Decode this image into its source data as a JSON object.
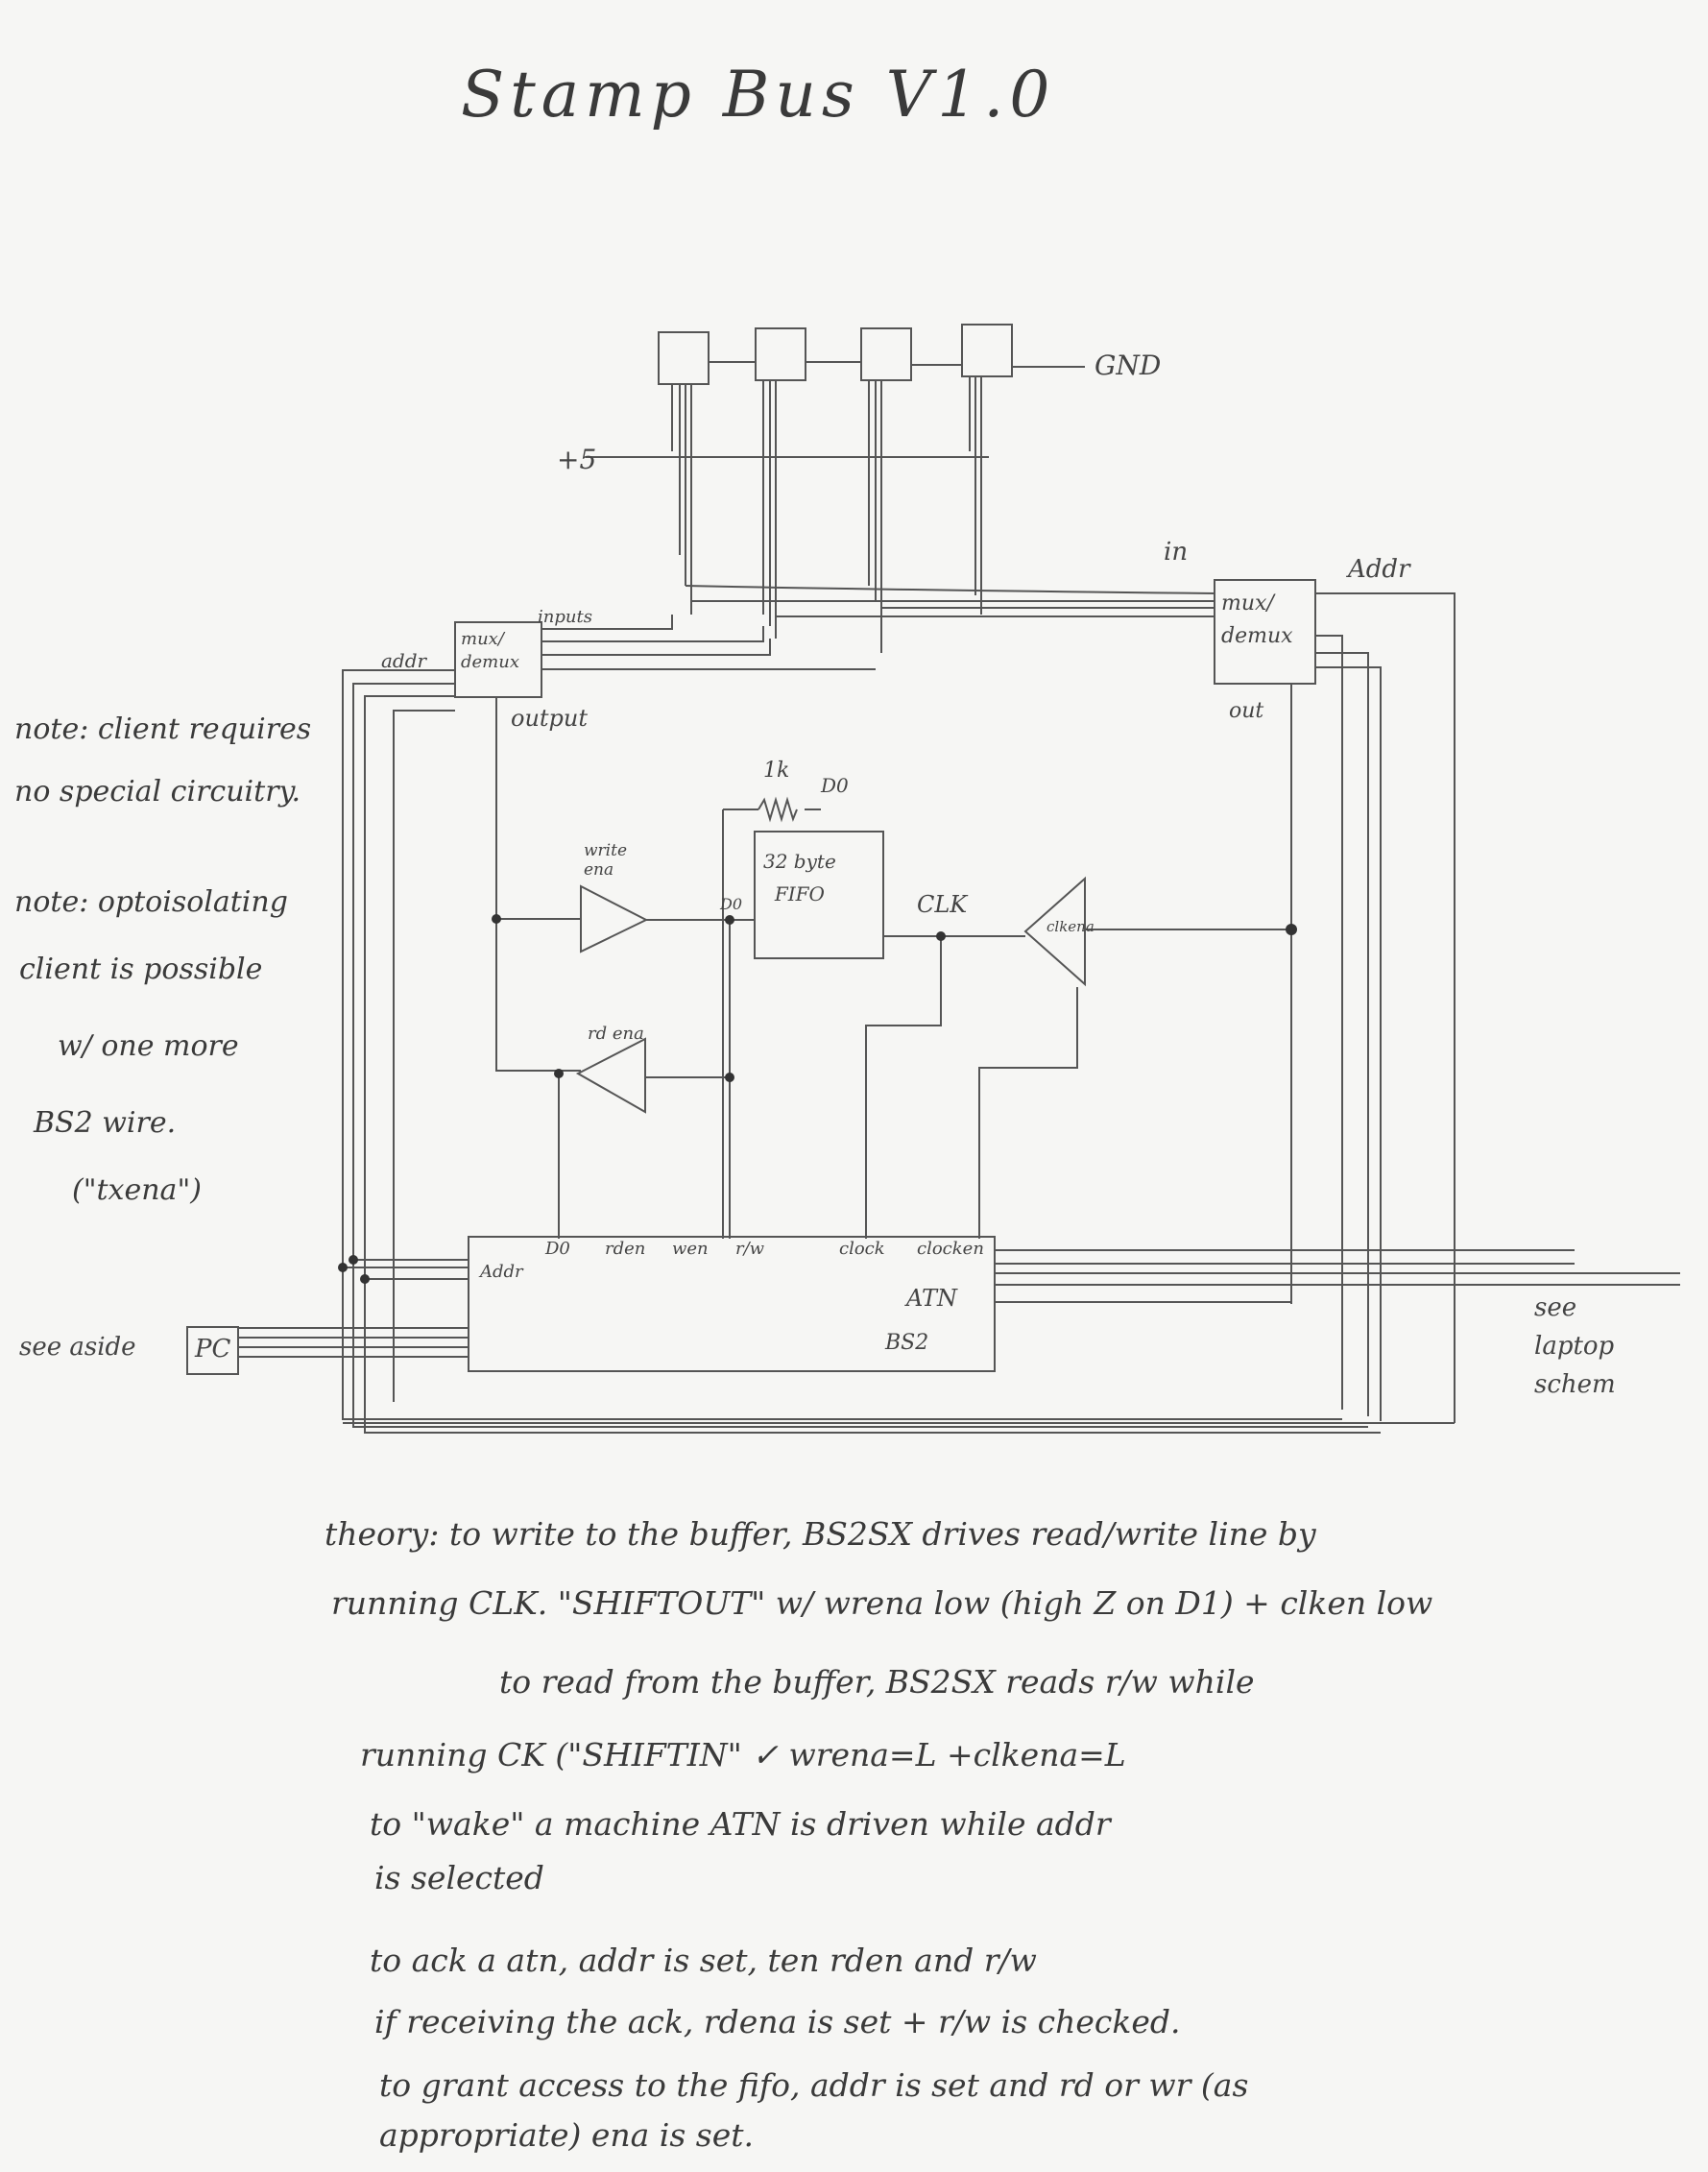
{
  "title": "Stamp Bus V1.0",
  "labels": {
    "gnd": "GND",
    "plus5": "+5",
    "in": "in",
    "addr_right": "Addr",
    "mux_right": "mux/\ndemux",
    "out": "out",
    "addr_left": "addr",
    "inputs": "inputs",
    "mux_left": "mux/\ndemux",
    "output": "output",
    "resistor": "1k",
    "d0": "D0",
    "fifo": "32 byte\nFIFO",
    "write_ena": "write\nena",
    "d0_pin": "D0",
    "clk": "CLK",
    "clkena": "clkena",
    "rd_ena": "rd ena",
    "pins": [
      "D0",
      "rden",
      "wen",
      "r/w",
      "clock",
      "clocken"
    ],
    "bs2_addr": "Addr",
    "atn": "ATN",
    "bs2": "BS2",
    "pc": "PC",
    "see_aside": "see aside",
    "see_laptop": "see\nlaptop\nschem"
  },
  "notes": [
    "note: client requires",
    "no special circuitry.",
    "note: optoisolating",
    "client is possible",
    "w/ one more",
    "BS2 wire.",
    "(\"txena\")"
  ],
  "theory": [
    "theory:      to write to the buffer, BS2SX drives read/write line by",
    "running CLK. \"SHIFTOUT\" w/ wrena low (high Z on D1) + clken low",
    "to read from the buffer, BS2SX reads r/w while",
    "running CK (\"SHIFTIN\" ✓ wrena=L +clkena=L",
    "to \"wake\" a machine ATN is driven while addr",
    "is selected",
    "to ack a atn, addr is set, ten rden and r/w",
    "if receiving the ack, rdena is set + r/w is checked.",
    "to grant access to the fifo, addr is set and rd or wr (as",
    "appropriate) ena is set."
  ]
}
